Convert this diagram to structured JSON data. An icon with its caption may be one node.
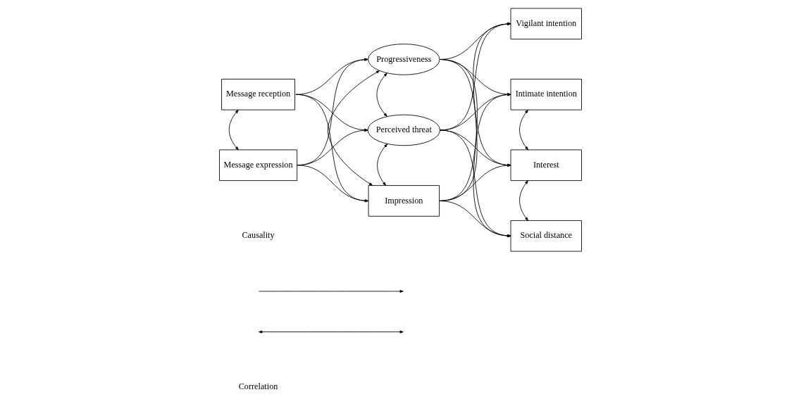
{
  "diagram": {
    "nodes": [
      {
        "text": [
          "Message reception"
        ]
      },
      {
        "text": [
          "Message expression"
        ]
      },
      {
        "text": [
          "Progressiveness"
        ]
      },
      {
        "text": [
          "Perceived threat"
        ]
      },
      {
        "text": [
          "Impression"
        ]
      },
      {
        "text": [
          "Vigilant intention"
        ]
      },
      {
        "text": [
          "Intimate intention"
        ]
      },
      {
        "text": [
          "Interest"
        ]
      },
      {
        "text": [
          "Social distance"
        ]
      }
    ],
    "edges": [
      {
        "from": 0,
        "to": 1,
        "arrow": "both"
      },
      {
        "from": 0,
        "to": 2,
        "arrow": "to"
      },
      {
        "from": 0,
        "to": 3,
        "arrow": "to"
      },
      {
        "from": 0,
        "to": 4,
        "arrow": "to"
      },
      {
        "from": 1,
        "to": 2,
        "arrow": "to"
      },
      {
        "from": 1,
        "to": 3,
        "arrow": "to"
      },
      {
        "from": 1,
        "to": 4,
        "arrow": "to"
      },
      {
        "from": 2,
        "to": 3,
        "arrow": "both"
      },
      {
        "from": 3,
        "to": 4,
        "arrow": "both"
      },
      {
        "from": 2,
        "to": 4,
        "arrow": "both"
      },
      {
        "from": 2,
        "to": 5,
        "arrow": "to"
      },
      {
        "from": 2,
        "to": 6,
        "arrow": "to"
      },
      {
        "from": 2,
        "to": 7,
        "arrow": "to"
      },
      {
        "from": 2,
        "to": 8,
        "arrow": "to"
      },
      {
        "from": 3,
        "to": 5,
        "arrow": "to"
      },
      {
        "from": 3,
        "to": 6,
        "arrow": "to"
      },
      {
        "from": 3,
        "to": 7,
        "arrow": "to"
      },
      {
        "from": 3,
        "to": 8,
        "arrow": "to"
      },
      {
        "from": 4,
        "to": 5,
        "arrow": "to"
      },
      {
        "from": 4,
        "to": 6,
        "arrow": "to"
      },
      {
        "from": 4,
        "to": 7,
        "arrow": "to"
      },
      {
        "from": 4,
        "to": 8,
        "arrow": "to"
      },
      {
        "from": 6,
        "to": 7,
        "arrow": "both"
      },
      {
        "from": 8,
        "to": 7,
        "arrow": "both"
      }
    ],
    "legend": [
      {
        "text": "Causality"
      },
      {
        "text": "Correlation"
      }
    ]
  }
}
